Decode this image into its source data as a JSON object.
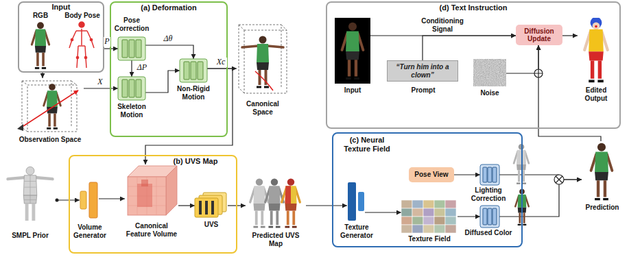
{
  "diagram": {
    "nodes": [
      {
        "text": [
          "Input"
        ]
      },
      {
        "text": [
          "RGB"
        ],
        "in": 0
      },
      {
        "text": [
          "Body Pose"
        ],
        "in": 0
      },
      {
        "text": [
          "Observation Space"
        ]
      },
      {
        "text": [
          "(a) Deformation"
        ]
      },
      {
        "text": [
          "Pose Correction"
        ],
        "in": 4
      },
      {
        "text": [
          "Skeleton Motion"
        ],
        "in": 4
      },
      {
        "text": [
          "Non-Rigid Motion"
        ],
        "in": 4
      },
      {
        "text": [
          "Canonical Space"
        ]
      },
      {
        "text": [
          "SMPL Prior"
        ]
      },
      {
        "text": [
          "(b) UVS Map"
        ]
      },
      {
        "text": [
          "Volume Generator"
        ],
        "in": 10
      },
      {
        "text": [
          "Canonical Feature Volume"
        ],
        "in": 10
      },
      {
        "text": [
          "UVS"
        ],
        "in": 10
      },
      {
        "text": [
          "Predicted UVS Map"
        ]
      },
      {
        "text": [
          "(c) Neural Texture Field"
        ]
      },
      {
        "text": [
          "Pose View"
        ],
        "in": 15
      },
      {
        "text": [
          "Lighting Correction"
        ],
        "in": 15
      },
      {
        "text": [
          "Texture Generator"
        ],
        "in": 15
      },
      {
        "text": [
          "Texture Field"
        ],
        "in": 15
      },
      {
        "text": [
          "Diffused Color"
        ],
        "in": 15
      },
      {
        "text": [
          "Prediction"
        ]
      },
      {
        "text": [
          "(d) Text Instruction"
        ]
      },
      {
        "text": [
          "Input"
        ],
        "in": 22
      },
      {
        "text": [
          "“Turn him into a clown”",
          "Prompt"
        ],
        "in": 22
      },
      {
        "text": [
          "Noise"
        ],
        "in": 22
      },
      {
        "text": [
          "Diffusion Update"
        ],
        "in": 22
      },
      {
        "text": [
          "Edited Output"
        ],
        "in": 22
      }
    ],
    "edges": [
      {
        "from": 0,
        "to": 5,
        "arrow": "to",
        "label": "P"
      },
      {
        "from": 0,
        "to": 3,
        "arrow": "to"
      },
      {
        "from": 3,
        "to": 6,
        "arrow": "to",
        "label": "X"
      },
      {
        "from": 5,
        "to": 6,
        "arrow": "to",
        "label": "ΔP"
      },
      {
        "from": 5,
        "to": 7,
        "arrow": "to",
        "label": "Δθ"
      },
      {
        "from": 6,
        "to": 7,
        "arrow": "to"
      },
      {
        "from": 7,
        "to": 8,
        "arrow": "to",
        "label": "Xc"
      },
      {
        "from": 7,
        "to": 12,
        "arrow": "to"
      },
      {
        "from": 9,
        "to": 11,
        "arrow": "to"
      },
      {
        "from": 11,
        "to": 12,
        "arrow": "to"
      },
      {
        "from": 12,
        "to": 13,
        "arrow": "to"
      },
      {
        "from": 13,
        "to": 14,
        "arrow": "to"
      },
      {
        "from": 14,
        "to": 18,
        "arrow": "to"
      },
      {
        "from": 18,
        "to": 19,
        "arrow": "to"
      },
      {
        "from": 19,
        "to": 20,
        "arrow": "to"
      },
      {
        "from": 16,
        "to": 17,
        "arrow": "to"
      },
      {
        "from": 17,
        "to": 21,
        "arrow": "to"
      },
      {
        "from": 20,
        "to": 21,
        "arrow": "to"
      },
      {
        "from": 23,
        "to": 26,
        "arrow": "to",
        "label": "Conditioning Signal"
      },
      {
        "from": 24,
        "to": 26,
        "arrow": "to"
      },
      {
        "from": 25,
        "to": 26,
        "arrow": "to"
      },
      {
        "from": 21,
        "to": 26,
        "arrow": "to"
      },
      {
        "from": 26,
        "to": 27,
        "arrow": "to"
      }
    ]
  }
}
